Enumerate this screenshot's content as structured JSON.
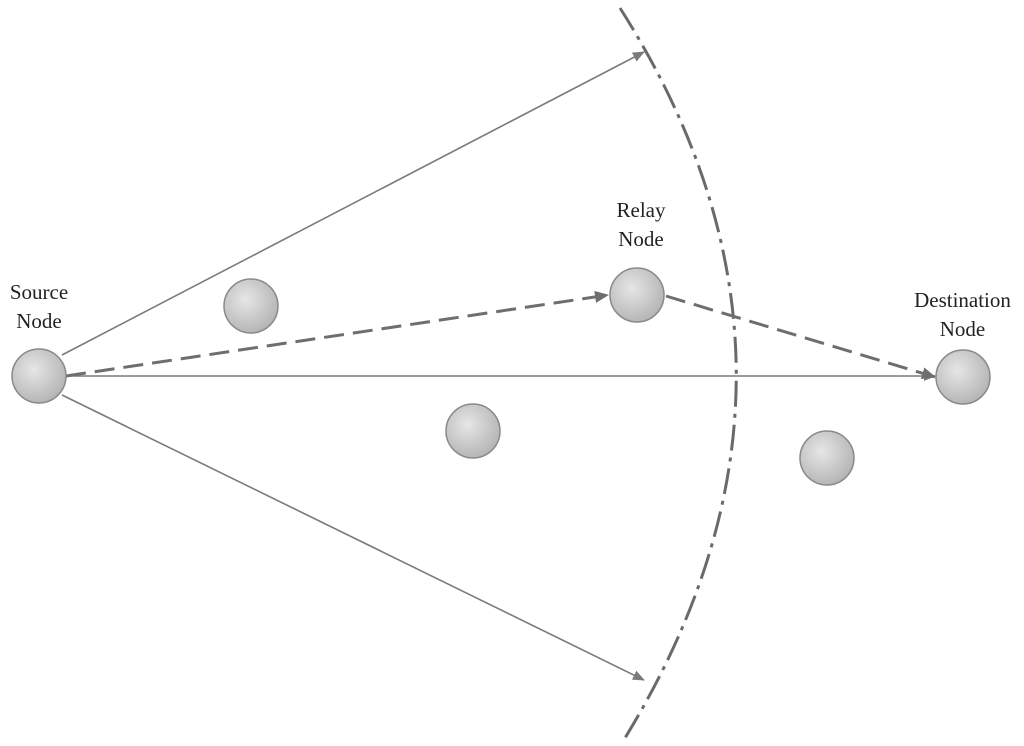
{
  "diagram": {
    "nodes": {
      "source": {
        "line1": "Source",
        "line2": "Node"
      },
      "relay": {
        "line1": "Relay",
        "line2": "Node"
      },
      "destination": {
        "line1": "Destination",
        "line2": "Node"
      }
    },
    "colors": {
      "node_fill_center": "#e6e6e6",
      "node_fill_edge": "#b4b4b4",
      "node_stroke": "#8a8a8a",
      "edge": "#7a7a7a",
      "boundary": "#6a6a6a"
    }
  }
}
